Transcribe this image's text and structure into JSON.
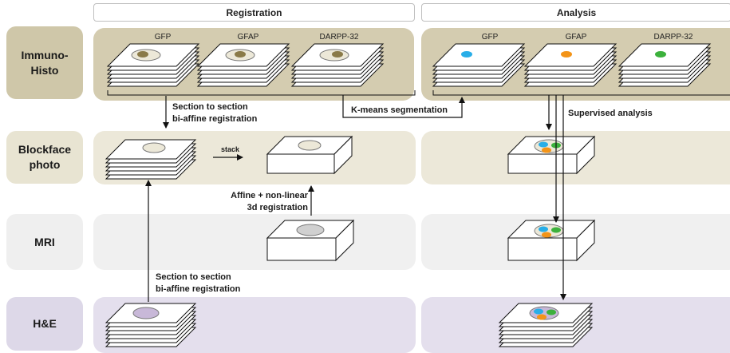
{
  "columns": {
    "registration": "Registration",
    "analysis": "Analysis"
  },
  "rows": {
    "immuno_histo": {
      "label": "Immuno-\nHisto",
      "color": "#cfc7a9"
    },
    "blockface": {
      "label": "Blockface\nphoto",
      "color": "#e8e4d2"
    },
    "mri": {
      "label": "MRI",
      "color": "#efefef"
    },
    "he": {
      "label": "H&E",
      "color": "#ddd8e8"
    }
  },
  "panel_colors": {
    "immuno_histo": "#d4ccb0",
    "blockface": "#ece8d9",
    "mri": "#f0f0f0",
    "he": "#e4dfed"
  },
  "stains": [
    "GFP",
    "GFAP",
    "DARPP-32"
  ],
  "colors": {
    "blue": "#29aee8",
    "orange": "#f39418",
    "green": "#3cb13c",
    "tissue_brown": "#8a7a48",
    "slide_disc": "#ece8d8",
    "mri_disc": "#d0d0d0",
    "he_disc": "#c8b8d8"
  },
  "annotations": {
    "section_to_section_1": "Section to section\nbi-affine registration",
    "stack": "stack",
    "kmeans": "K-means segmentation",
    "supervised": "Supervised analysis",
    "affine_nonlinear": "Affine + non-linear\n3d registration",
    "section_to_section_2": "Section to section\nbi-affine registration"
  }
}
